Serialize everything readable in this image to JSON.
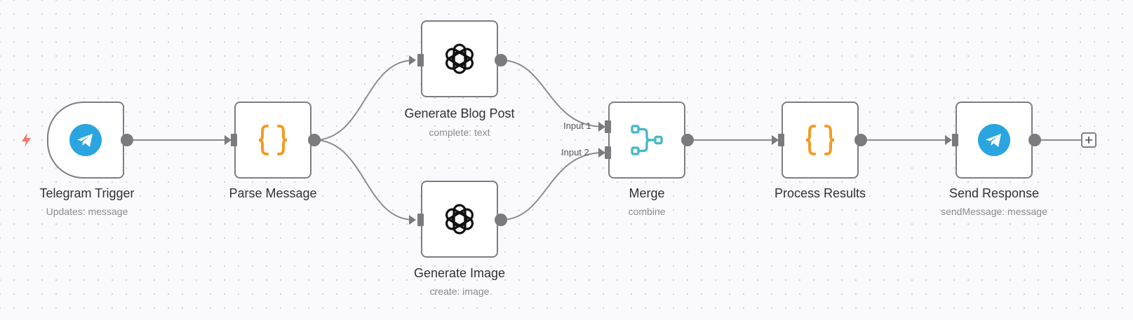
{
  "workflow": {
    "nodes": [
      {
        "id": "telegram-trigger",
        "label": "Telegram Trigger",
        "subtitle": "Updates: message",
        "icon": "telegram-icon",
        "color": "#2AA5E0"
      },
      {
        "id": "parse-message",
        "label": "Parse Message",
        "subtitle": "",
        "icon": "code-braces-icon",
        "color": "#F59A23"
      },
      {
        "id": "generate-blog-post",
        "label": "Generate Blog Post",
        "subtitle": "complete: text",
        "icon": "openai-icon",
        "color": "#000000"
      },
      {
        "id": "generate-image",
        "label": "Generate Image",
        "subtitle": "create: image",
        "icon": "openai-icon",
        "color": "#000000"
      },
      {
        "id": "merge",
        "label": "Merge",
        "subtitle": "combine",
        "icon": "merge-icon",
        "color": "#4BB8C8",
        "inputs": [
          "Input 1",
          "Input 2"
        ]
      },
      {
        "id": "process-results",
        "label": "Process Results",
        "subtitle": "",
        "icon": "code-braces-icon",
        "color": "#F59A23"
      },
      {
        "id": "send-response",
        "label": "Send Response",
        "subtitle": "sendMessage: message",
        "icon": "telegram-icon",
        "color": "#2AA5E0"
      }
    ],
    "connections": [
      {
        "from": "telegram-trigger",
        "to": "parse-message"
      },
      {
        "from": "parse-message",
        "to": "generate-blog-post"
      },
      {
        "from": "parse-message",
        "to": "generate-image"
      },
      {
        "from": "generate-blog-post",
        "to": "merge",
        "input": "Input 1"
      },
      {
        "from": "generate-image",
        "to": "merge",
        "input": "Input 2"
      },
      {
        "from": "merge",
        "to": "process-results"
      },
      {
        "from": "process-results",
        "to": "send-response"
      }
    ],
    "trigger_icon": "lightning-bolt-icon",
    "trigger_icon_color": "#F07B6B",
    "add_button_icon": "plus-icon"
  }
}
